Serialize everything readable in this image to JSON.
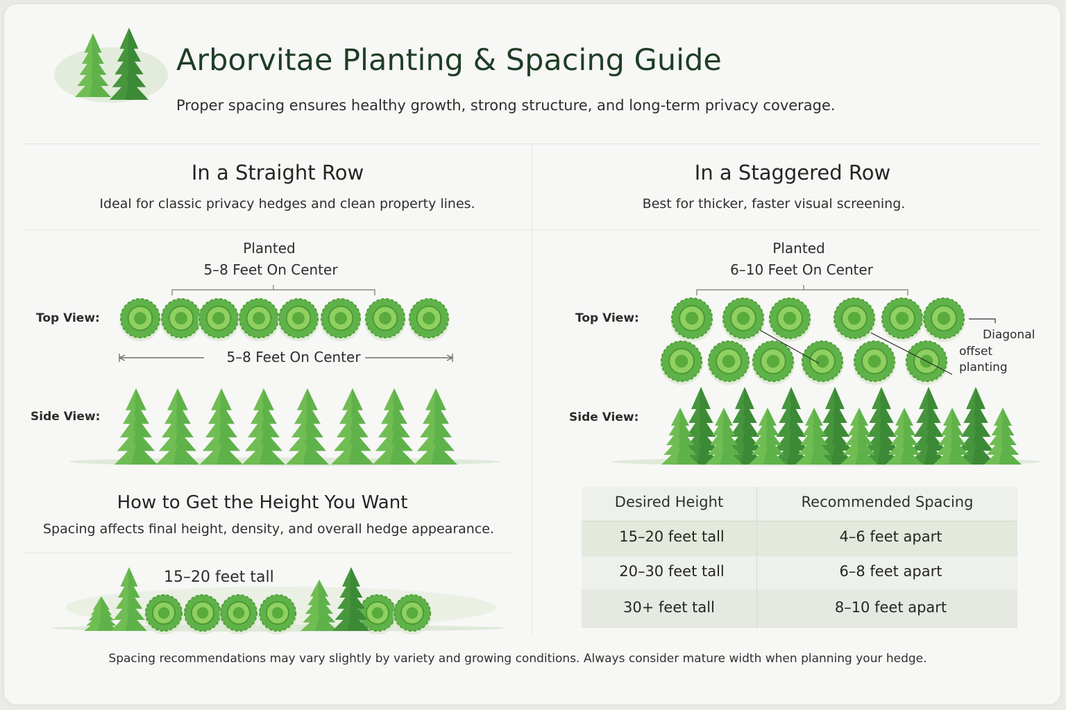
{
  "header": {
    "title": "Arborvitae Planting & Spacing Guide",
    "subtitle": "Proper spacing ensures healthy growth, strong structure, and long-term privacy coverage."
  },
  "straight": {
    "title": "In a Straight Row",
    "subtitle": "Ideal for classic privacy hedges and clean property lines.",
    "planted_line1": "Planted",
    "planted_line2": "5–8 Feet On Center",
    "top_view_label": "Top View:",
    "measure_label": "5–8 Feet On Center",
    "side_view_label": "Side View:"
  },
  "staggered": {
    "title": "In a Staggered Row",
    "subtitle": "Best for thicker, faster visual screening.",
    "planted_line1": "Planted",
    "planted_line2": "6–10 Feet On Center",
    "top_view_label": "Top View:",
    "annotation": [
      "Diagonal",
      "offset",
      "planting"
    ],
    "side_view_label": "Side View:"
  },
  "height": {
    "title": "How to Get the Height You Want",
    "subtitle": "Spacing affects final height, density, and overall hedge appearance.",
    "example_label": "15–20 feet tall"
  },
  "table": {
    "headers": [
      "Desired Height",
      "Recommended Spacing"
    ],
    "rows": [
      [
        "15–20 feet tall",
        "4–6 feet apart"
      ],
      [
        "20–30 feet tall",
        "6–8 feet apart"
      ],
      [
        "30+ feet tall",
        "8–10 feet apart"
      ]
    ]
  },
  "footer": "Spacing recommendations may vary slightly by variety and growing conditions. Always consider mature width when planning your hedge.",
  "colors": {
    "tree_dark": "#3c8a36",
    "tree_light": "#5fb24a",
    "shrub_ring": "#6cbf3f",
    "title_green": "#1f3d26"
  }
}
